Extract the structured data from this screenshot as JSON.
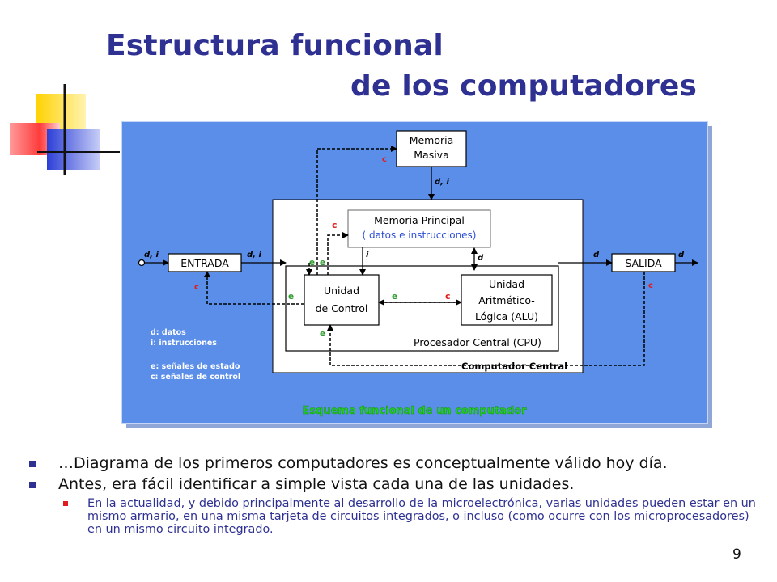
{
  "slide": {
    "title_line1": "Estructura funcional",
    "title_line2": "de los computadores",
    "page_number": "9"
  },
  "diagram": {
    "blocks": {
      "memoria_masiva": [
        "Memoria",
        "Masiva"
      ],
      "memoria_principal": "Memoria Principal",
      "memoria_principal_sub": "( datos e instrucciones)",
      "entrada": "ENTRADA",
      "salida": "SALIDA",
      "unidad_control": [
        "Unidad",
        "de Control"
      ],
      "alu": [
        "Unidad",
        "Aritmético-",
        "Lógica (ALU)"
      ],
      "cpu": "Procesador Central (CPU)",
      "computador_central": "Computador Central"
    },
    "signals": {
      "c": "c",
      "e": "e",
      "d": "d",
      "i": "i",
      "di": "d, i"
    },
    "legend": [
      "d: datos",
      "i: instrucciones",
      "e: señales de estado",
      "c: señales de control"
    ],
    "caption": "Esquema funcional de un computador",
    "colors": {
      "background": "#5b8ee8",
      "control_signal": "#e01c1c",
      "state_signal": "#2a9a2a",
      "caption": "#22cc22",
      "title": "#2e3092"
    }
  },
  "bullets": {
    "item1": "…Diagrama de los primeros computadores es conceptualmente válido hoy día.",
    "item2": "Antes, era fácil identificar a simple vista cada una de las unidades.",
    "sub1": "En la actualidad, y debido principalmente al desarrollo de la microelectrónica, varias unidades pueden estar en un mismo armario, en una misma tarjeta de circuitos integrados, o incluso (como ocurre con los microprocesadores) en un mismo circuito integrado."
  }
}
